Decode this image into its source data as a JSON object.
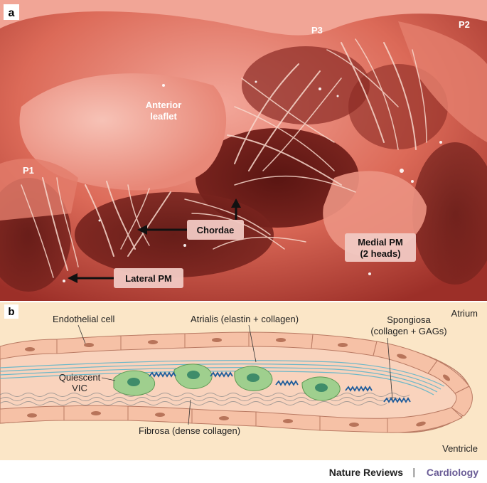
{
  "panel_a": {
    "letter": "a",
    "labels": {
      "p1": "P1",
      "p2": "P2",
      "p3": "P3",
      "anterior_1": "Anterior",
      "anterior_2": "leaflet",
      "chordae": "Chordae",
      "medial_1": "Medial PM",
      "medial_2": "(2 heads)",
      "lateral": "Lateral PM"
    }
  },
  "panel_b": {
    "letter": "b",
    "labels": {
      "endothelial": "Endothelial cell",
      "atrialis": "Atrialis (elastin + collagen)",
      "spongiosa_1": "Spongiosa",
      "spongiosa_2": "(collagen + GAGs)",
      "atrium": "Atrium",
      "quiescent_1": "Quiescent",
      "quiescent_2": "VIC",
      "fibrosa": "Fibrosa (dense collagen)",
      "ventricle": "Ventricle"
    },
    "colors": {
      "background": "#fbe6c7",
      "endothelium": "#f6cbb4",
      "vic": "#9fcf8e",
      "nucleus": "#3f8c6a",
      "elastin": "#6eb8c8",
      "gag": "#1e5c9b"
    }
  },
  "footer": {
    "publisher": "Nature Reviews",
    "separator": "|",
    "journal": "Cardiology"
  }
}
